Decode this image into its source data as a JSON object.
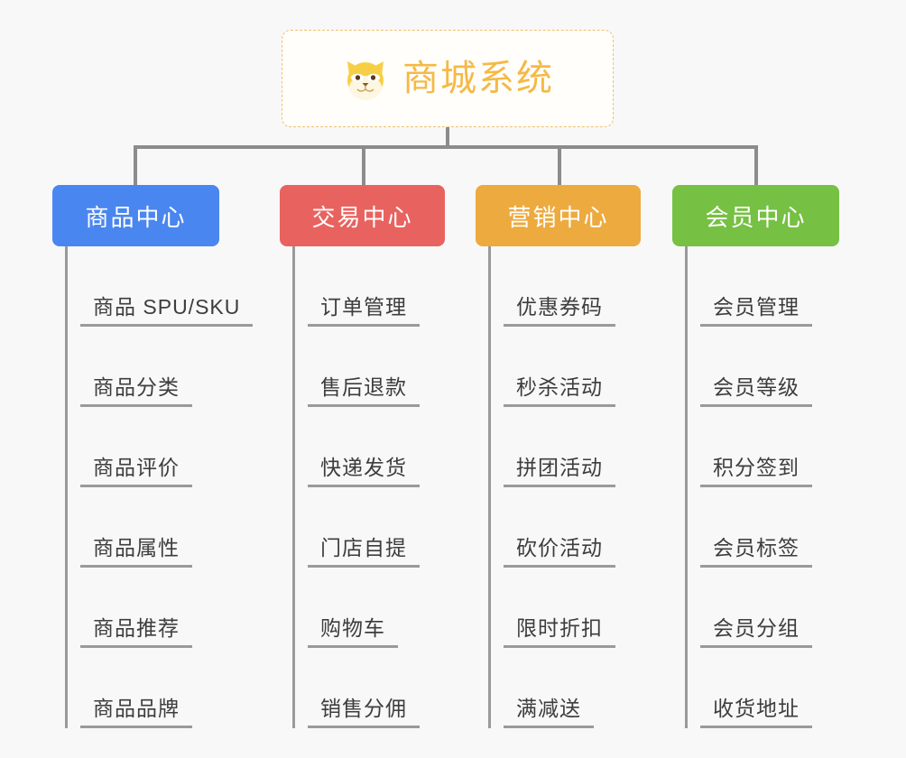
{
  "diagram": {
    "type": "mind-map",
    "background_color": "#f8f8f8",
    "root": {
      "icon": "shiba-dog-face-icon",
      "title": "商城系统",
      "text_color": "#f5b945",
      "border_color": "#f0c070",
      "background_color": "#fffefb"
    },
    "connector_color": "#8c8c8c",
    "branches": [
      {
        "id": "product-center",
        "label": "商品中心",
        "color": "#4a86f0",
        "items": [
          "商品 SPU/SKU",
          "商品分类",
          "商品评价",
          "商品属性",
          "商品推荐",
          "商品品牌"
        ]
      },
      {
        "id": "trade-center",
        "label": "交易中心",
        "color": "#e8635f",
        "items": [
          "订单管理",
          "售后退款",
          "快递发货",
          "门店自提",
          "购物车",
          "销售分佣"
        ]
      },
      {
        "id": "marketing-center",
        "label": "营销中心",
        "color": "#edaa3e",
        "items": [
          "优惠券码",
          "秒杀活动",
          "拼团活动",
          "砍价活动",
          "限时折扣",
          "满减送"
        ]
      },
      {
        "id": "member-center",
        "label": "会员中心",
        "color": "#76c043",
        "items": [
          "会员管理",
          "会员等级",
          "积分签到",
          "会员标签",
          "会员分组",
          "收货地址"
        ]
      }
    ]
  }
}
